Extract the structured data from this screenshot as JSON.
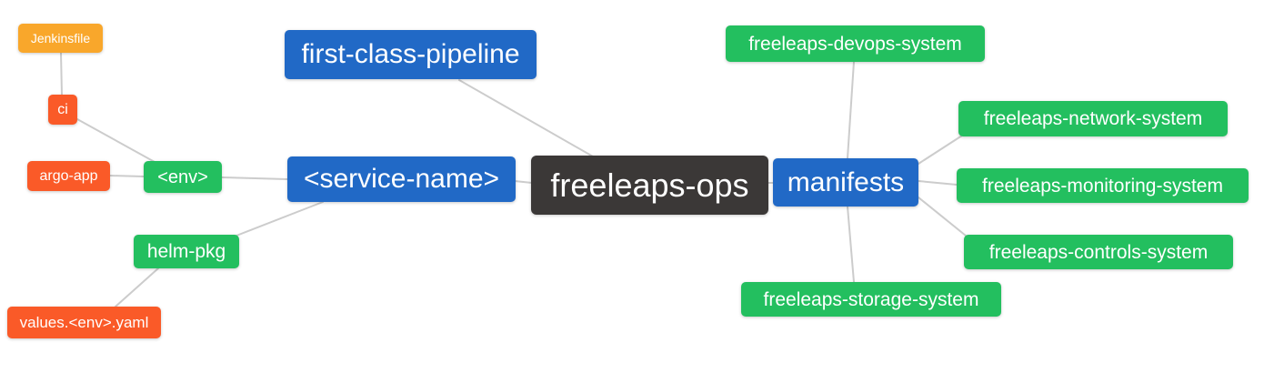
{
  "diagram": {
    "type": "mindmap",
    "root_label": "freeleaps-ops",
    "colors": {
      "root": "#3b3837",
      "branch_blue": "#2169c6",
      "sub_green": "#23bf5f",
      "leaf_red": "#fa5a28",
      "leaf_orange": "#f9a72b",
      "edge": "#cccccc",
      "node_text": "#ffffff",
      "background": "#ffffff"
    },
    "nodes": [
      {
        "id": "jenkinsfile",
        "label": "Jenkinsfile",
        "color_role": "leaf_orange",
        "parent": "ci"
      },
      {
        "id": "ci",
        "label": "ci",
        "color_role": "leaf_red",
        "parent": "env"
      },
      {
        "id": "argo-app",
        "label": "argo-app",
        "color_role": "leaf_red",
        "parent": "env"
      },
      {
        "id": "env",
        "label": "<env>",
        "color_role": "sub_green",
        "parent": "service-name"
      },
      {
        "id": "helm-pkg",
        "label": "helm-pkg",
        "color_role": "sub_green",
        "parent": "service-name"
      },
      {
        "id": "values-env-yaml",
        "label": "values.<env>.yaml",
        "color_role": "leaf_red",
        "parent": "helm-pkg"
      },
      {
        "id": "first-class-pipeline",
        "label": "first-class-pipeline",
        "color_role": "branch_blue",
        "parent": "freeleaps-ops"
      },
      {
        "id": "service-name",
        "label": "<service-name>",
        "color_role": "branch_blue",
        "parent": "freeleaps-ops"
      },
      {
        "id": "freeleaps-ops",
        "label": "freeleaps-ops",
        "color_role": "root",
        "parent": null
      },
      {
        "id": "manifests",
        "label": "manifests",
        "color_role": "branch_blue",
        "parent": "freeleaps-ops"
      },
      {
        "id": "freeleaps-devops-system",
        "label": "freeleaps-devops-system",
        "color_role": "sub_green",
        "parent": "manifests"
      },
      {
        "id": "freeleaps-network-system",
        "label": "freeleaps-network-system",
        "color_role": "sub_green",
        "parent": "manifests"
      },
      {
        "id": "freeleaps-monitoring-system",
        "label": "freeleaps-monitoring-system",
        "color_role": "sub_green",
        "parent": "manifests"
      },
      {
        "id": "freeleaps-controls-system",
        "label": "freeleaps-controls-system",
        "color_role": "sub_green",
        "parent": "manifests"
      },
      {
        "id": "freeleaps-storage-system",
        "label": "freeleaps-storage-system",
        "color_role": "sub_green",
        "parent": "manifests"
      }
    ],
    "edges": [
      {
        "from": "jenkinsfile",
        "to": "ci"
      },
      {
        "from": "ci",
        "to": "env"
      },
      {
        "from": "argo-app",
        "to": "env"
      },
      {
        "from": "env",
        "to": "service-name"
      },
      {
        "from": "service-name",
        "to": "helm-pkg"
      },
      {
        "from": "helm-pkg",
        "to": "values-env-yaml"
      },
      {
        "from": "service-name",
        "to": "freeleaps-ops"
      },
      {
        "from": "first-class-pipeline",
        "to": "freeleaps-ops"
      },
      {
        "from": "freeleaps-ops",
        "to": "manifests"
      },
      {
        "from": "manifests",
        "to": "freeleaps-devops-system"
      },
      {
        "from": "manifests",
        "to": "freeleaps-network-system"
      },
      {
        "from": "manifests",
        "to": "freeleaps-monitoring-system"
      },
      {
        "from": "manifests",
        "to": "freeleaps-controls-system"
      },
      {
        "from": "manifests",
        "to": "freeleaps-storage-system"
      }
    ]
  }
}
